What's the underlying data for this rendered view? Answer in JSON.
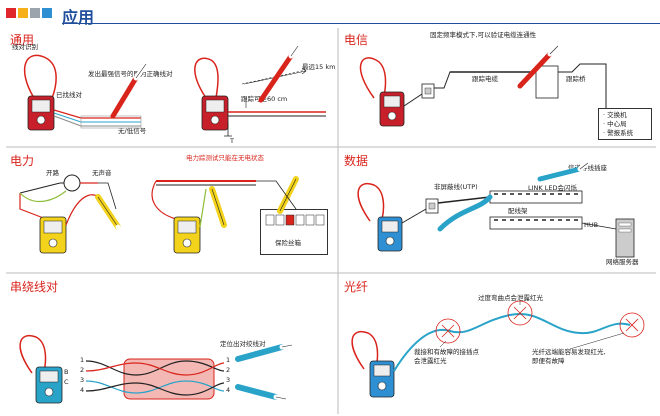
{
  "header": {
    "title": "应用",
    "squares": [
      "#e0262b",
      "#f5b01a",
      "#9ba3ad",
      "#2f8fd3"
    ],
    "accent": "#1f4e9c"
  },
  "panels": {
    "general": {
      "title": "通用",
      "wire_trace": "线对识别",
      "hint_correct": "发出最强信号的即为正确线对",
      "found_pair": "已找线对",
      "no_signal": "无/低信号",
      "distance_max": "最远15 km",
      "follow_depth": "跟踪可至60 cm",
      "t_label": "T"
    },
    "telecom": {
      "title": "电信",
      "note": "固定频率模式下,可以验证电缆连通性",
      "cable_follow": "跟踪电缆",
      "bridge_follow": "跟踪桥",
      "switch_items": [
        "· 交换机",
        "· 中心局",
        "· 警报系统"
      ]
    },
    "power": {
      "title": "电力",
      "note": "电力踪测试只能在无电状态",
      "switch": "开路",
      "silent": "无声音",
      "fuse_box": "保险丝箱"
    },
    "data": {
      "title": "数据",
      "jack": "信道导线插座",
      "utp": "非屏蔽线(UTP)",
      "link_led": "LINK LED会闪烁",
      "patch": "配线架",
      "hub": "HUB",
      "server": "网络服务器"
    },
    "bundle": {
      "title": "串绕线对",
      "locate": "定位出对绞线对",
      "pair_nums": [
        "1",
        "2",
        "3",
        "4"
      ],
      "bc_labels": [
        "B",
        "C"
      ]
    },
    "fiber": {
      "title": "光纤",
      "bend_note": "过度弯曲点会泄露红光",
      "fault_note": [
        "裁接和有故障的接插点",
        "会泄露红光"
      ],
      "far_note": [
        "光纤远端能容易发现红光,",
        "即便有故障"
      ]
    }
  },
  "colors": {
    "red_wire": "#d9241c",
    "blue_wire": "#2aa3c9",
    "tester_red": "#c8202a",
    "tester_yellow": "#f2d21a",
    "tester_blue": "#2f8fd3",
    "probe_red": "#d9241c",
    "probe_yellow": "#f2d21a",
    "probe_blue": "#2aa3c9"
  }
}
